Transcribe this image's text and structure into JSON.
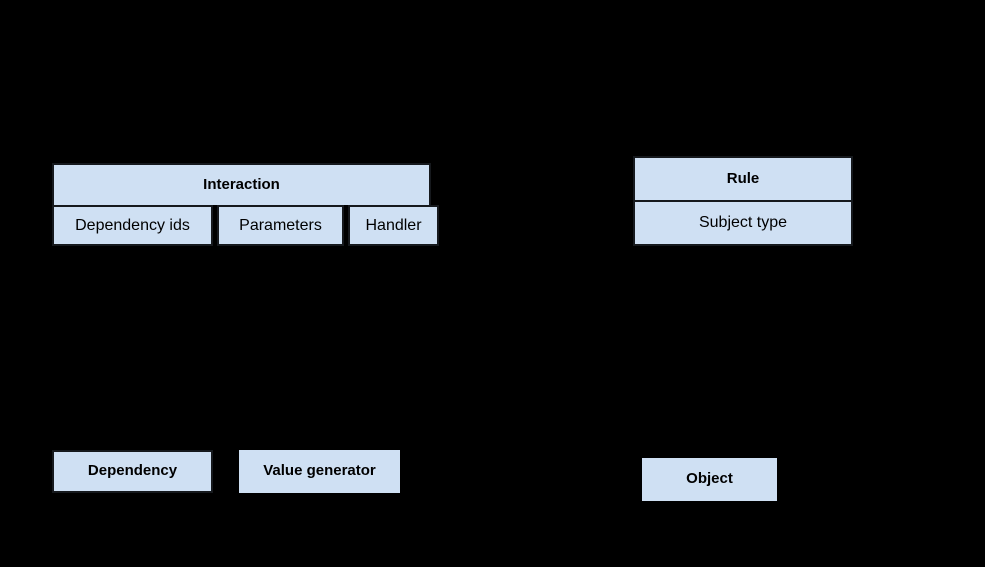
{
  "diagram": {
    "type": "class-diagram",
    "background_color": "#000000",
    "node_fill_color": "#cfe0f3",
    "node_border_color": "#16191d",
    "text_color": "#000000",
    "entities": [
      {
        "id": "interaction",
        "title": "Interaction",
        "bordered": true,
        "attributes": [
          "Dependency ids",
          "Parameters",
          "Handler"
        ],
        "attribute_layout": "columns"
      },
      {
        "id": "rule",
        "title": "Rule",
        "bordered": true,
        "attributes": [
          "Subject type"
        ],
        "attribute_layout": "rows"
      },
      {
        "id": "dependency",
        "title": "Dependency",
        "bordered": true,
        "attributes": [],
        "attribute_layout": "none"
      },
      {
        "id": "value_generator",
        "title": "Value generator",
        "bordered": false,
        "attributes": [],
        "attribute_layout": "none"
      },
      {
        "id": "object",
        "title": "Object",
        "bordered": false,
        "attributes": [],
        "attribute_layout": "none"
      }
    ]
  },
  "labels": {
    "interaction_title": "Interaction",
    "interaction_attr_dependency_ids": "Dependency ids",
    "interaction_attr_parameters": "Parameters",
    "interaction_attr_handler": "Handler",
    "rule_title": "Rule",
    "rule_attr_subject_type": "Subject type",
    "dependency_title": "Dependency",
    "value_generator_title": "Value generator",
    "object_title": "Object"
  }
}
